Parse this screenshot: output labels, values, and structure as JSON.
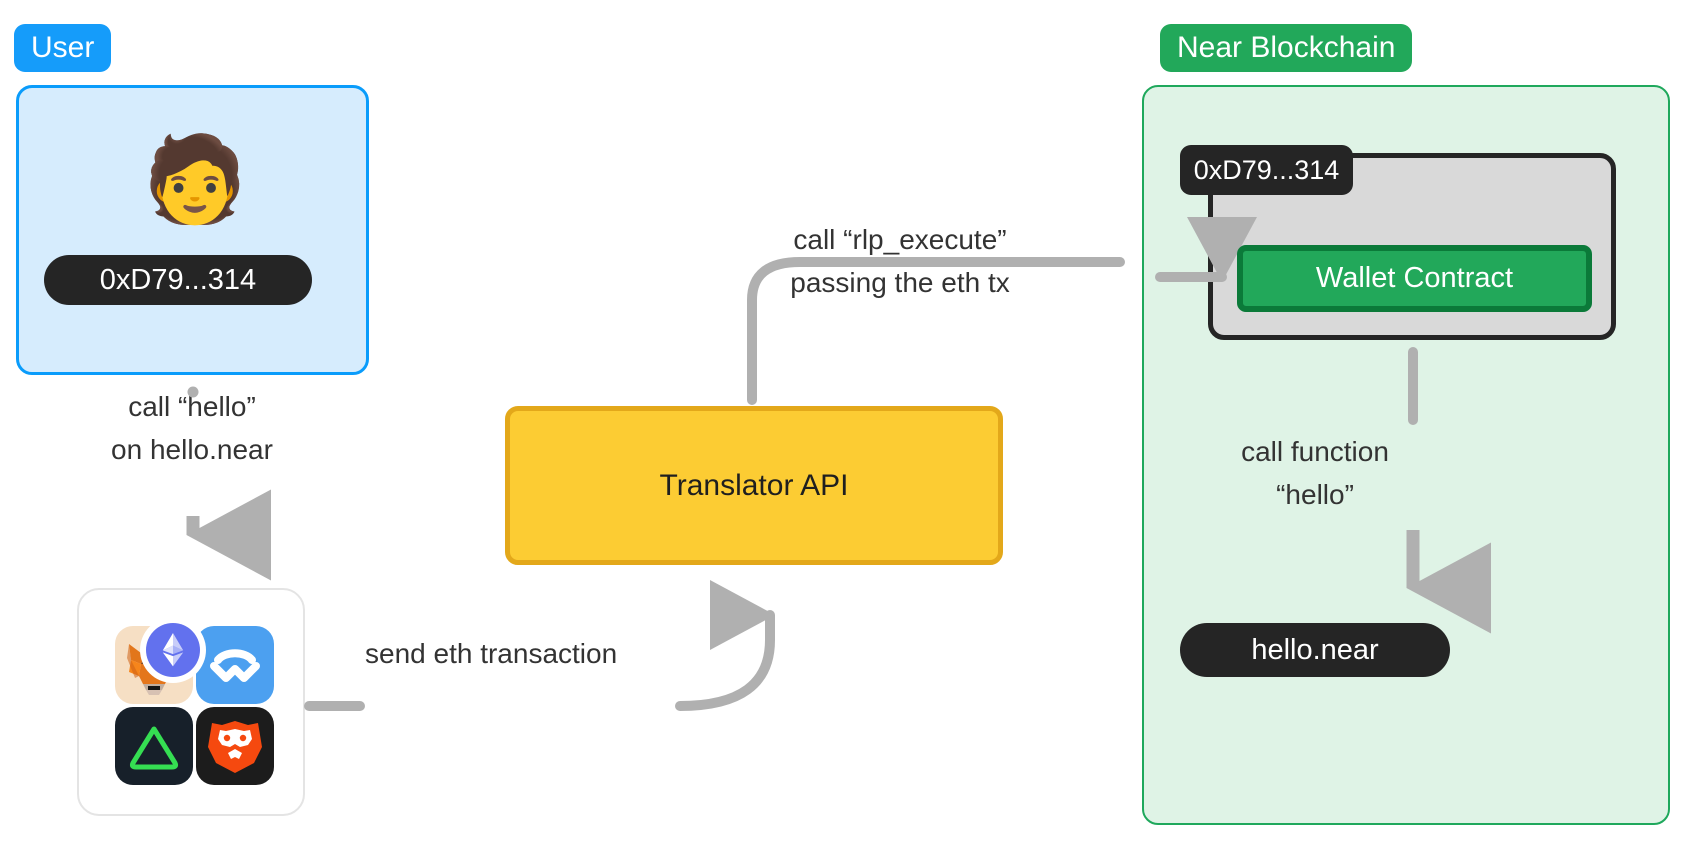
{
  "diagram": {
    "title": "NEAR Ethereum Wallet Translator Flow",
    "colors": {
      "user_accent": "#159CFA",
      "user_fill": "#D6ECFD",
      "near_accent": "#22A85A",
      "near_fill": "#DFF3E6",
      "translator_fill": "#FCCC33",
      "translator_border": "#E3A81A",
      "dark_pill": "#252525",
      "card_gray": "#D9D9D9",
      "connector_gray": "#B0B0B0",
      "contract_border": "#0B7A39"
    }
  },
  "groups": {
    "user": {
      "badge_label": "User",
      "person_emoji": "🧑",
      "address_label": "0xD79...314"
    },
    "near": {
      "badge_label": "Near Blockchain",
      "account": {
        "address_label": "0xD79...314",
        "contract_label": "Wallet Contract"
      },
      "target_contract_label": "hello.near"
    }
  },
  "nodes": {
    "translator_api": {
      "label": "Translator API"
    },
    "wallets_card": {
      "tiles": [
        {
          "name": "metamask",
          "icon": "metamask-fox-icon"
        },
        {
          "name": "walletconnect",
          "icon": "walletconnect-icon"
        },
        {
          "name": "rainbow",
          "icon": "green-triangle-wallet-icon"
        },
        {
          "name": "brave",
          "icon": "brave-lion-icon"
        }
      ],
      "center_badge_icon": "ethereum-diamond-icon"
    }
  },
  "edges": {
    "user_to_wallets": {
      "line1": "call “hello”",
      "line2": "on hello.near"
    },
    "wallets_to_translator": {
      "label": "send eth transaction"
    },
    "translator_to_contract": {
      "line1": "call “rlp_execute”",
      "line2": "passing the eth tx"
    },
    "contract_to_hello": {
      "line1": "call function",
      "line2": "“hello”"
    }
  }
}
